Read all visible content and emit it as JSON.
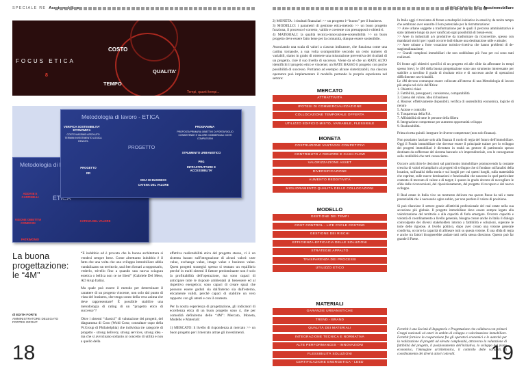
{
  "header": {
    "left_label": "SPECIALE RE",
    "left_brand": "Assoimmobiliare",
    "right_label": "SPECIALE RE",
    "right_brand": "Assoimmobiliare"
  },
  "hero": {
    "focus": "FOCUS ETICA",
    "number": "8",
    "costo": "COSTO",
    "qualita": "QUALITA'",
    "tempo": "TEMPO",
    "caption": "Tempi, quanti tempi..."
  },
  "slide_front": {
    "title": "Metodologia di lavoro - ETICA",
    "items": [
      "VERIFICA SOSTENIBILITA' ECONOMICA",
      "COSTO MASSIMO ASSOLUTO TERMINI INVESTIMENTO LOGICA RENDITA",
      "PROGRAMMA",
      "PROPOSTA PRIMARIA OBIETTIVI DI PORTAFOGLIO CONSISTENZE E VALORE COMMERCIALI COSTI COMPLESSIVI",
      "PROGETTO",
      "STRUMENTO URBANISTICO",
      "PRG",
      "INFRASTRUTTURE E ACCESSIBILITA'",
      "IDEA DI BUSINESS",
      "CATENA DEL VALORE",
      "PROGETTO",
      "RR"
    ]
  },
  "slide_back": {
    "title": "Metodologia di lavoro - ETICA",
    "etica": "ETICA",
    "red": [
      "ADDIVIE E CARPINELLI",
      "OBIETTIVI CHIARI",
      "VISIONE OBIETTIVI CONDIVISI",
      "CATENA DEL VALORE",
      "PATRIMONIO"
    ]
  },
  "article": {
    "title": "La buona progettazione: le “4M”",
    "author_name": "di EDITH FORTE",
    "author_role": "AMMINISTRATORE DELEGATO",
    "author_company": "FORTES GROUP",
    "col1": [
      "“E indubbio ed è provato che la buona architettura si vendesi sempre bene. Come altrettanto indubbio è il fatto che una volta che uno sviluppo immobiliare abbia vandalizzato un territorio, sarà ben fornari a sopportarlo, vederlo, trivello fino a quando una nuova sciagura estetica o bellica non ce ne liberi” (Gabriele Del Mese, AD Arup Italia).",
      "Ma quale può essere il metodo per determinare il carattere di un progetto vincente, non solo dal punto di vista del business, che tenga conto della vera anima che deve rappresentare? È possibile stabilire una metodologia di rating di un “progetto etico di successo”?",
      "Oltre i sistemi “classici” di valutazione dei progetti, del diagramma di Coso (Wold Coso; consultare cupo della W.Group di Philadelphia) che individua tre categorie di progetto - strong delivery, strong services, strong idea - ma che si avvicinano soltanto al concetto di utilità e non a quello della"
    ],
    "col2": [
      "effettiva realizzabilità etica del progetto stesso, vi è un sistema basato sull'integrazione di alcuni valori: user value, exchange value, image value e business value. Quest progetti strategici spesso si tentano un equilibrio perché in molti sistemi il fattore predominante non è solo la profittabilità dell'operazione, ma sono capaci di anticipare tutte le risposte ambientali al benessere ed al rispettivo energetico; sono capaci di creare spazi che possono essere goduti sia dall'interno sia dall'esterno, eticamente validi, perché capaci di stabilire un vero rapporto con gli utenti e con il contesto.",
      "Per la nostra esperienza di progettazione, gli indicatori di eccellenza etica di un buon progetto sono 4, che per comodità definiremo delle “4M”: Mercato, Moneta, Modello e Materiali:",
      "1) MERCATO: il livello di rispondenza al mercato >> un buon progetto per il mercato attrae gli investimenti."
    ],
    "col3": [
      "2) MONETA: i risultati finanziari >> un progetto è “buono” per il business.",
      "3) MODELLO: i parametri di gestione etica-metodo >> un buon progetto funziona, il processo è corretto, valido e coerente con presupposti e obiettivi.",
      "4) MATERIALI: la qualità tecnica-innovazione-sostenibilità >> un buon progetto deve essere fatto bene per la comunità, dunque essere sostenibile.",
      "Associando una scala di valori a ciascun indicatore, che funziona come una cartina tornasole, a sua volta scomponibile secondo un certo numero di variabili, siamo in grado di ottenere una misurazione preventiva dei risultati di un progetto, cioè il suo livello di successo. Viene da sé che un RATE ALTO identifichi il progetto etico e vincente; un RATE BASSO il progetto con poche possibilità di successo. Portiamo ad esempio alcune sintetizzabili, ma ciascun operatore può implementare il modello portando la propria esperienza nel settore:"
    ],
    "col4": [
      "In Italia oggi ci troviamo di fronte a molteplici iniziative in stand-by da molto tempo che sembrano aver esaurito il loro potenziale per la ristrutturazione:",
      ">> Aree urbane soggette a trasformazione per le quali il percorso amministrativo è stato talmente lungo da aver vanificato ogni possibilità di break-even;",
      ">> Aree in industriali a/o produttive da trasformare da riconvertire, spesso con mandatari storici per i quali occorre individuare una destinazione utile e attuale;",
      ">> Aree urbane a forte vocazione turistico-ricettiva che hanno problemi di de-stagionalizzazione;",
      ">> Grandi complessi immobiliari che non soddisfano più l'uso per cui sono stati realizzati.",
      "Di fronte agli obiettivi specifici di un progetto ed alle sfide da affrontare in tempi spesso brevi, le 4M della buona progettazione sono uno strumento interessante per stabilire a tavolino il grado di risultato etico e di successo anche di operazioni difficilmente ravvicinabili.",
      "Le 4M devono comunque essere collocate all'interno di una Metodologia di lavoro più ampia nel ciclo dell'Etica:",
      "1. Obiettivi chiari",
      "2. Fattibilità, presupposti, consistenze, comparabilità",
      "3. Catena del valore, idea di business",
      "4. Risorse: effettivamente disponibili, verifica di sostenibilità economica, logiche di rientro",
      "5. Azione e controllo",
      "6. Trasparenza della P.A.",
      "7. Affidabilità di tutte le persone della filiera",
      "8. Integrazione competenze per aumento opportunità sviluppo",
      "9. Realizzabilità.",
      "Prima ricetta quindi: integrare le diverse competenze (non solo finanza).",
      "Non possiamo lasciare solo alla finanza il ruolo di regia del futuro dell'immobiliare. Oggi il Fondo immobiliare che dovesse essere il principale trainer per lo sviluppo dei progetti immobiliari è diventato in realtà un gestore di patrimonio spesso destinato da sofferenze del sistema bancario e/o imprenditoriale, con le conseguenze sulla credibilità che tutti conosciamo.",
      "Occorre arricchire le decisioni sul patrimonio immobiliare promuovendo la costante crescita di valori ed ampliarlo ai progetti di sviluppo che si fondano sull'analisi della location, sull'analisi della storia e sui luoghi per cui questi luoghi, sulla materialità che esprime, sulle nuove destinazioni e funzionalità che nascono in quel particolare contesto di mercato di valore e di target; è questo in grado dovrete di raccogliere le sfide delle riconversioni, del riposizionamento, del progetto di recupero e del nuovo sviluppo.",
      "Il Real estate in Italia vive un momento delicato ma questo Paese ha tali e tante potenzialità che è necessario agire subito, per non perdere il valore di posizione.",
      "Si può rilanciare il settore grazie all'attività professionale del real estate nella sua accezione più globale. Il progetto immobiliare deve essere sempre legato alla valorizzazione del territorio e alla capacità di farla emergere. Occorre capacità e volontà di coordinamento a livello generale, bisogna creare anche in Italia il dialogo coinvolgente dei diversi stakeholders intorno a fattibilità e soluzioni, superare le torte delle rigorose. A livello politico, dopo aver creato una visione generale condivisa, occorre la capacità di allineare tutti su questa visione. È una sfida di regia e anche tra fattori bisognerebbe andare tutti nella stessa direzione. Questo può far grande il Paese."
    ],
    "bio": "Fortebit è una Società di Ingegneria e Progettazione che collabora con primari Gruppi nazionali ed esteri in ambito di sviluppo e valorizzazione immobiliare. Fortebit fornisce la cooperazione fra gli operatori economici e le autorità per la realizzazione di progetti ad elevata complessità, attraverso la valutazione di fattibilità del progetto, il posizionamento dell'iniziativa, lo sviluppo del piano economico, l'immagine architettonica, il controllo delle variabili, il coordinamento dei diversi attori coinvolti."
  },
  "matrix": {
    "mercato": {
      "title": "MERCATO",
      "rows": [
        "ATTRATTIVITÀ",
        "IPOTESI DI COMMERCIALIZZAZIONE",
        "COLLOCAZIONE TEMPORALE OFFERTA",
        "UTILIZZO EDIFICIO MISTO, VARIABILE, FLESSIBILE"
      ]
    },
    "moneta": {
      "title": "MONETA",
      "rows": [
        "COSTRUZIONE VANTAGGI COMPETITIVI",
        "CONTRIBUTO A RIDURRE E CASH-FLOW",
        "VALORIZZAZIONE ASSET",
        "DIVERSIFICAZIONE",
        "AUMENTO REDDITIVITÀ",
        "MIGLIORAMENTO QUALITÀ DELLE COLLOCAZIONI"
      ]
    },
    "modello": {
      "title": "MODELLO",
      "rows": [
        "GESTIONE DEI TEMPI",
        "COST CONTROL - LIFE CYCLE COSTING",
        "GESTIONE DEI RISCHI",
        "EFFICIENZA-EFFICACIA DELLE SOLUZIONI",
        "STRATEGIE APPALTO",
        "TRASPARENZA DEI PROCESSI",
        "UTILIZZO ETICO"
      ]
    },
    "materiali": {
      "title": "MATERIALI",
      "rows": [
        "GARANZIE URBANISTICHE",
        "TREND - BRAND",
        "QUALITÀ DEI MATERIALI",
        "INTEGRAZIONE TECNICA E NORMATIVA",
        "ALTE PERFORMANCES - INNOVAZIONI",
        "FLESSIBILITÀ SOLUZIONI",
        "CERTIFICAZIONE ENERGETICA - LEED"
      ]
    }
  },
  "pages": {
    "left": "18",
    "right": "19"
  }
}
